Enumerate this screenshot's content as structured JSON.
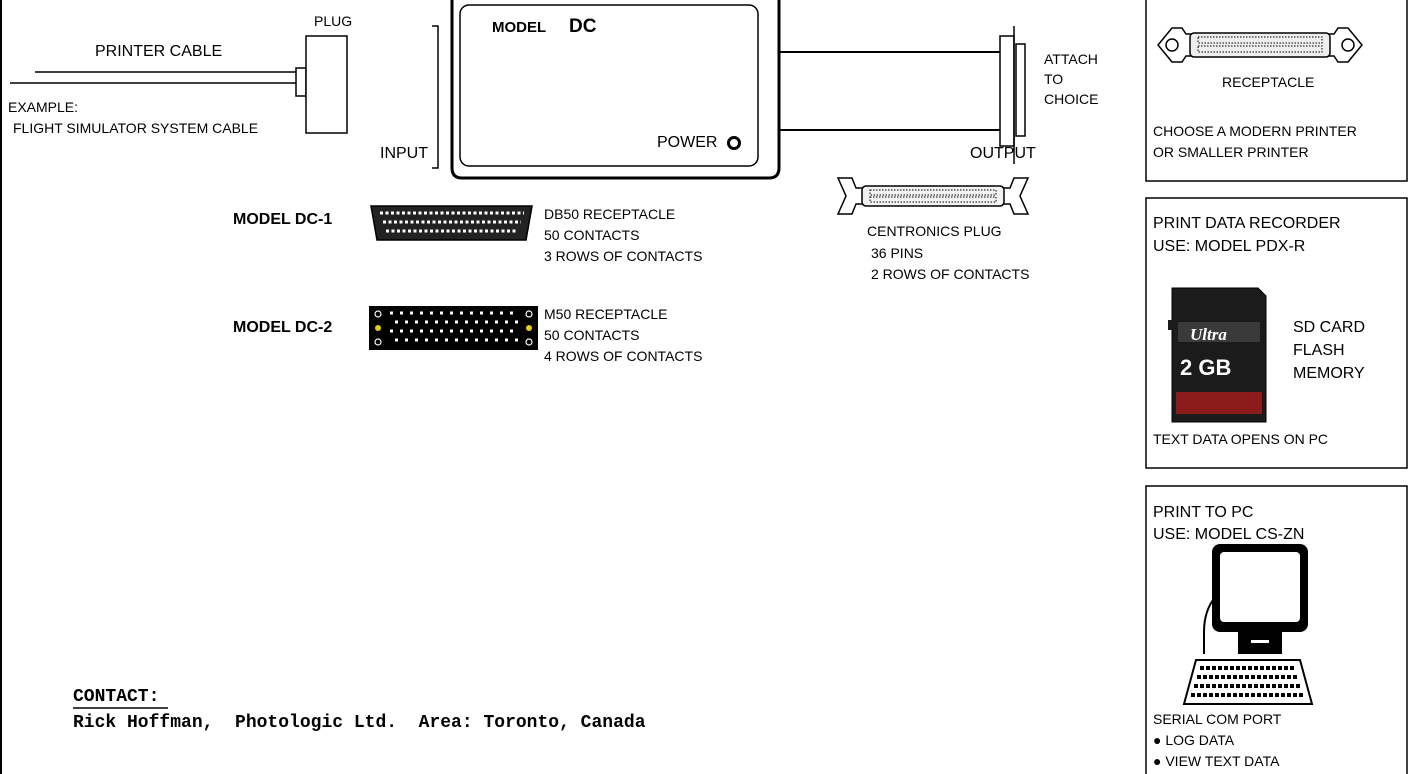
{
  "cable": {
    "plug_label": "PLUG",
    "printer_cable": "PRINTER CABLE",
    "example_label": "EXAMPLE:",
    "example_text": "FLIGHT SIMULATOR  SYSTEM CABLE"
  },
  "device": {
    "title_model": "MODEL",
    "title_dc": "DC",
    "power": "POWER",
    "input": "INPUT",
    "output": "OUTPUT",
    "attach": [
      "ATTACH",
      "TO",
      "CHOICE"
    ]
  },
  "models": {
    "dc1": {
      "name": "MODEL  DC-1",
      "lines": [
        "DB50  RECEPTACLE",
        "50 CONTACTS",
        "3 ROWS OF CONTACTS"
      ]
    },
    "dc2": {
      "name": "MODEL  DC-2",
      "lines": [
        "M50  RECEPTACLE",
        "50 CONTACTS",
        "4 ROWS OF CONTACTS"
      ]
    }
  },
  "centronics": {
    "lines": [
      "CENTRONICS PLUG",
      "36 PINS",
      "2 ROWS OF CONTACTS"
    ]
  },
  "panels": {
    "printer": {
      "receptacle": "RECEPTACLE",
      "lines": [
        "CHOOSE A MODERN PRINTER",
        "OR SMALLER PRINTER"
      ]
    },
    "recorder": {
      "title": [
        "PRINT DATA RECORDER",
        "USE:   MODEL PDX-R"
      ],
      "card_text": [
        "SD CARD",
        "FLASH",
        "MEMORY"
      ],
      "card_brand": "Ultra",
      "card_capacity": "2 GB",
      "footer": "TEXT DATA OPENS ON PC"
    },
    "pc": {
      "title": [
        "PRINT TO PC",
        "USE:  MODEL CS-ZN"
      ],
      "lines": [
        "SERIAL COM PORT",
        "● LOG DATA",
        "● VIEW TEXT DATA"
      ]
    }
  },
  "contact": {
    "heading": "CONTACT:",
    "text": "Rick Hoffman,  Photologic Ltd.  Area: Toronto, Canada"
  }
}
